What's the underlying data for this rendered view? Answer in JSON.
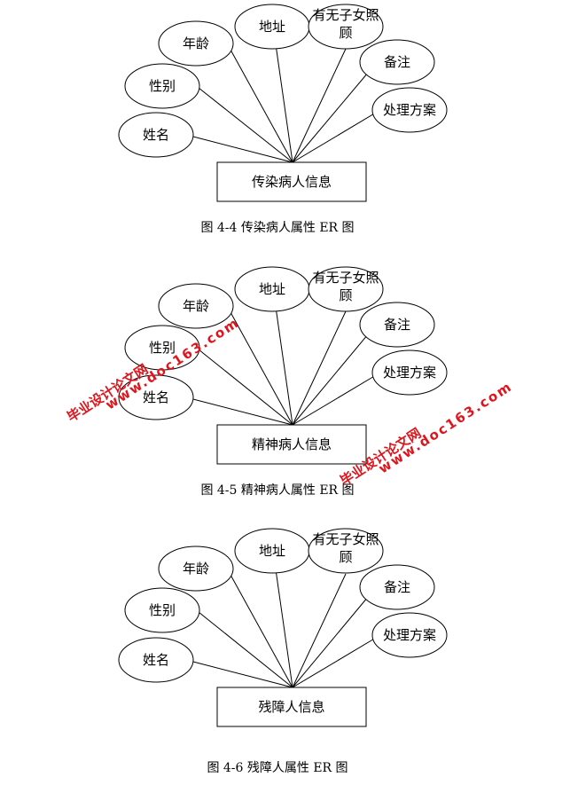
{
  "diagrams": [
    {
      "entity": "传染病人信息",
      "caption": "图 4-4 传染病人属性 ER 图",
      "attributes": [
        "姓名",
        "性别",
        "年龄",
        "地址",
        "有无子女照",
        "顾",
        "备注",
        "处理方案"
      ]
    },
    {
      "entity": "精神病人信息",
      "caption": "图 4-5 精神病人属性 ER 图",
      "attributes": [
        "姓名",
        "性别",
        "年龄",
        "地址",
        "有无子女照",
        "顾",
        "备注",
        "处理方案"
      ]
    },
    {
      "entity": "残障人信息",
      "caption": "图 4-6 残障人属性 ER 图",
      "attributes": [
        "姓名",
        "性别",
        "年龄",
        "地址",
        "有无子女照",
        "顾",
        "备注",
        "处理方案"
      ]
    }
  ],
  "watermark": {
    "name": "毕业设计论文网",
    "url": "www.doc163.com",
    "color": "#e0141c"
  }
}
